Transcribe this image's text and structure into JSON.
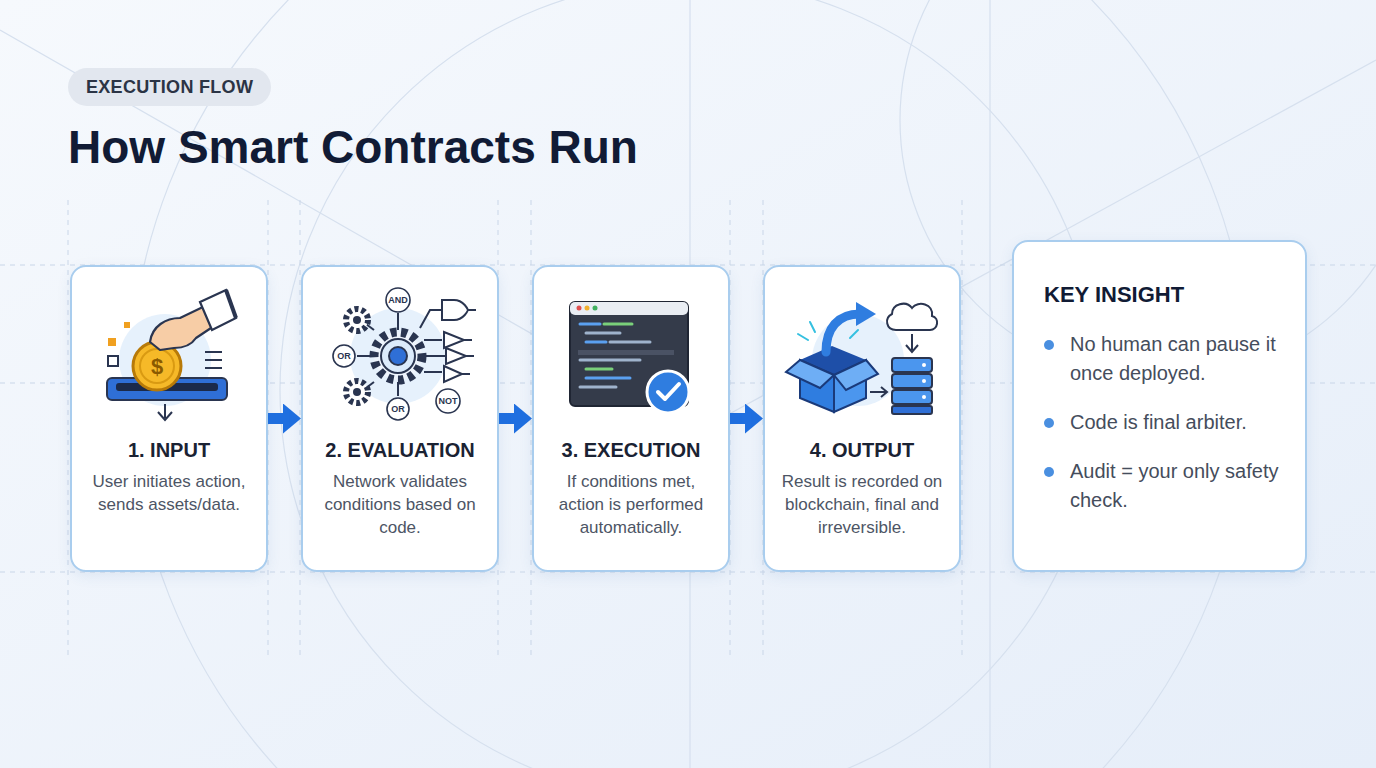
{
  "diagram": {
    "title": "How Smart Contracts Run",
    "nodes": [
      {
        "text": [
          "EXECUTION FLOW"
        ]
      },
      {
        "text": [
          "1. INPUT",
          "User initiates action, sends assets/data."
        ]
      },
      {
        "text": [
          "2. EVALUATION",
          "Network validates conditions based on code."
        ]
      },
      {
        "text": [
          "3. EXECUTION",
          "If conditions met, action is performed automatically."
        ]
      },
      {
        "text": [
          "4. OUTPUT",
          "Result is recorded on blockchain, final and irreversible."
        ]
      },
      {
        "text": [
          "KEY INSIGHT",
          "No human can pause it once deployed.",
          "Code is final arbiter.",
          "Audit = your only safety check."
        ]
      }
    ],
    "edges": [
      {
        "from": 1,
        "to": 2,
        "arrow": "to"
      },
      {
        "from": 2,
        "to": 3,
        "arrow": "to"
      },
      {
        "from": 3,
        "to": 4,
        "arrow": "to"
      }
    ],
    "labels": [
      "$",
      "AND",
      "OR",
      "OR",
      "NOT"
    ]
  }
}
